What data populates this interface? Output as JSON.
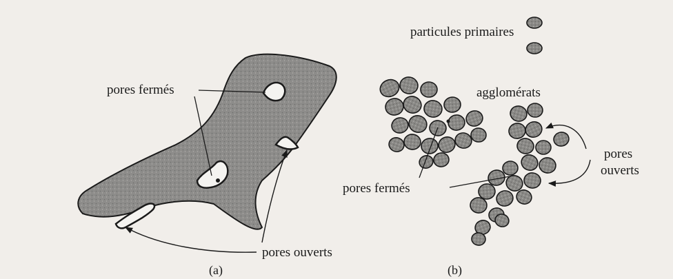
{
  "panel_a": {
    "label_closed": "pores fermés",
    "label_open": "pores ouverts",
    "caption": "(a)"
  },
  "panel_b": {
    "label_primary": "particules primaires",
    "label_agglomerates": "agglomérats",
    "label_closed": "pores fermés",
    "label_open_line1": "pores",
    "label_open_line2": "ouverts",
    "caption": "(b)"
  },
  "colors": {
    "body_fill": "#8d8c8a",
    "particle_fill": "#8a8986",
    "outline": "#1a1a1a",
    "background": "#f1eeea"
  }
}
